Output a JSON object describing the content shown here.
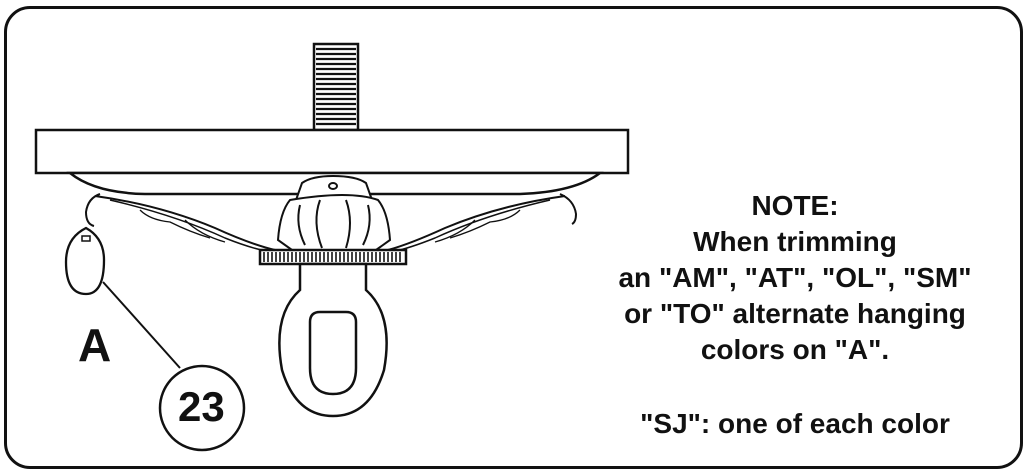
{
  "diagram": {
    "callout_letter": "A",
    "part_number": "23",
    "note": {
      "heading": "NOTE:",
      "lines": [
        "When trimming",
        "an \"AM\", \"AT\", \"OL\", \"SM\"",
        "or \"TO\"  alternate hanging",
        "colors on \"A\"."
      ]
    },
    "sj_note": "\"SJ\": one of each color"
  }
}
